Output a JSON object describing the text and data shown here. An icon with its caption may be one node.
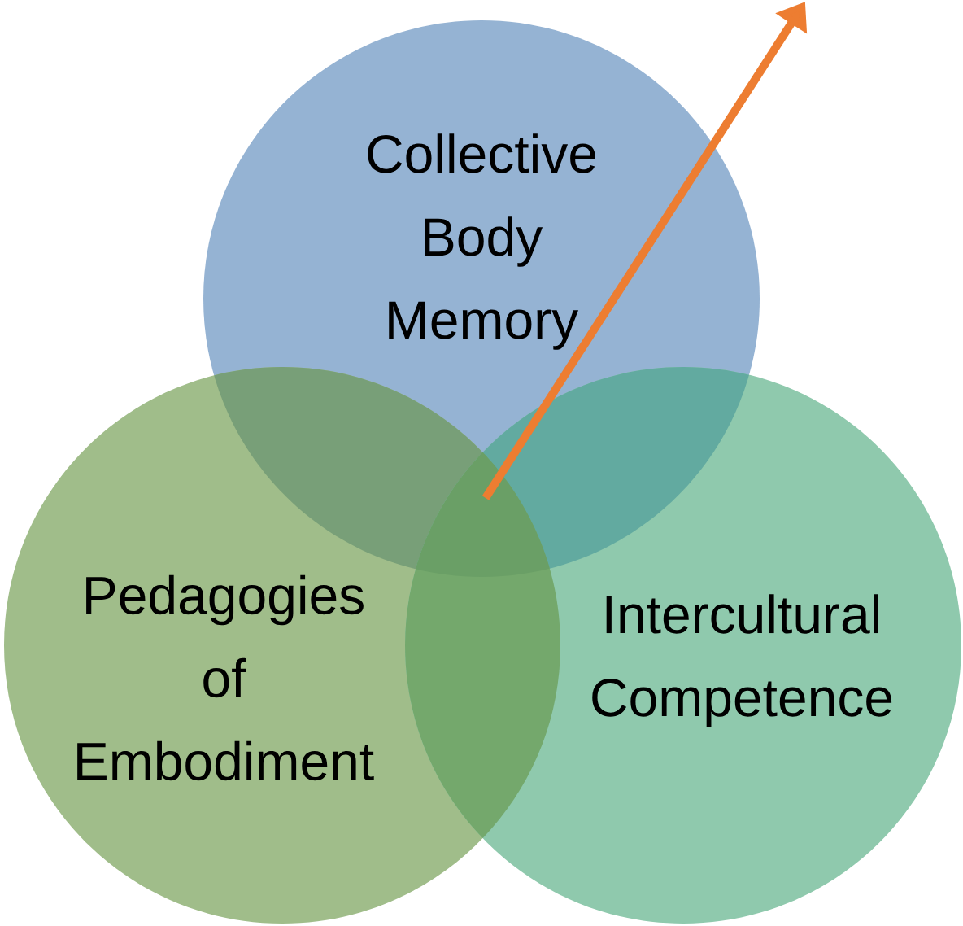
{
  "diagram": {
    "nodes": [
      {
        "text": [
          "Collective Body Memory"
        ]
      },
      {
        "text": [
          "Pedagogies of Embodiment"
        ]
      },
      {
        "text": [
          "Intercultural Competence"
        ]
      }
    ]
  }
}
